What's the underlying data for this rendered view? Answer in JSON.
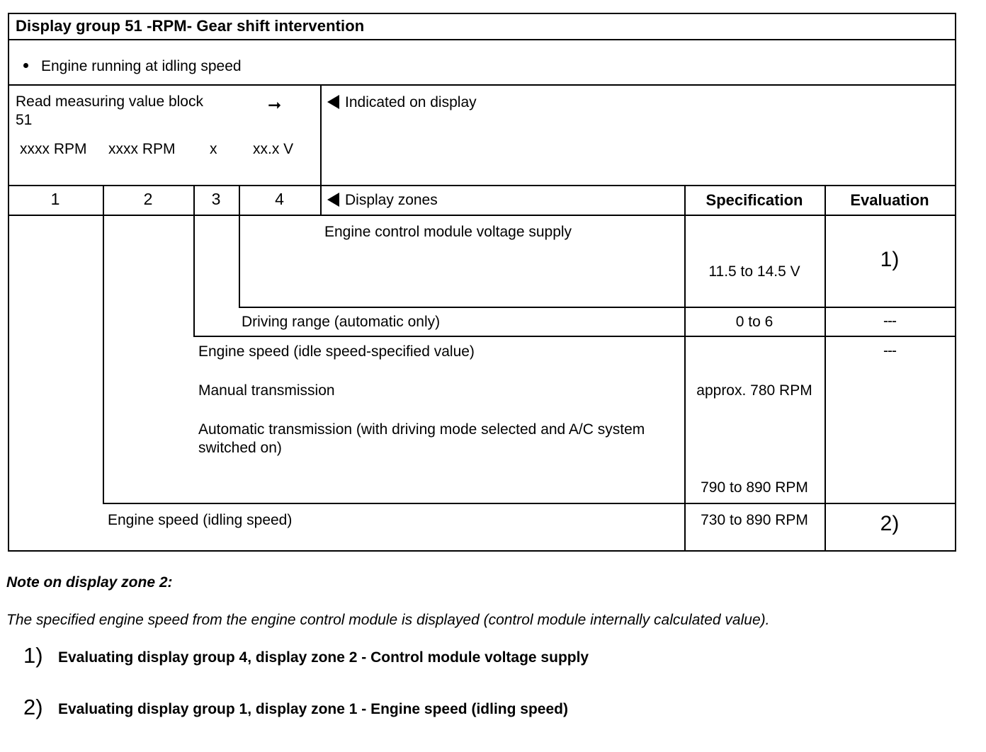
{
  "document": {
    "title": "Display group 51 -RPM- Gear shift intervention",
    "precondition": "Engine running at idling speed",
    "bullet_icon": "bullet-dot-icon"
  },
  "measuring_block": {
    "command_line1": "Read measuring value block",
    "command_line2": "51",
    "arrow_icon": "arrow-right-icon",
    "values": [
      "xxxx RPM",
      "xxxx RPM",
      "x",
      "xx.x V"
    ]
  },
  "display_panel": {
    "indicated_label": "Indicated on display",
    "indicated_icon": "triangle-left-icon",
    "zones_label": "Display zones",
    "zones_icon": "triangle-left-icon"
  },
  "table": {
    "zone_numbers": [
      "1",
      "2",
      "3",
      "4"
    ],
    "headers": {
      "specification": "Specification",
      "evaluation": "Evaluation"
    },
    "rows": [
      {
        "description": "Engine control module voltage supply",
        "specification": "11.5 to 14.5 V",
        "evaluation": "1)"
      },
      {
        "description": "Driving range (automatic only)",
        "specification": "0 to 6",
        "evaluation": "---"
      },
      {
        "description_lines": [
          "Engine speed (idle speed-specified value)",
          "Manual transmission",
          "Automatic transmission (with driving mode selected and A/C system switched on)"
        ],
        "specification_primary": "approx. 780 RPM",
        "specification_secondary": "790 to 890 RPM",
        "evaluation": "---"
      },
      {
        "description": "Engine speed (idling speed)",
        "specification": "730 to 890 RPM",
        "evaluation": "2)"
      }
    ]
  },
  "notes": {
    "heading": "Note on display zone 2:",
    "body": "The specified engine speed from the engine control module is displayed (control module internally calculated value)."
  },
  "footnotes": [
    {
      "marker": "1)",
      "text": "Evaluating display group 4, display zone 2 - Control module voltage supply"
    },
    {
      "marker": "2)",
      "text": "Evaluating display group 1, display zone 1 - Engine speed (idling speed)"
    }
  ]
}
